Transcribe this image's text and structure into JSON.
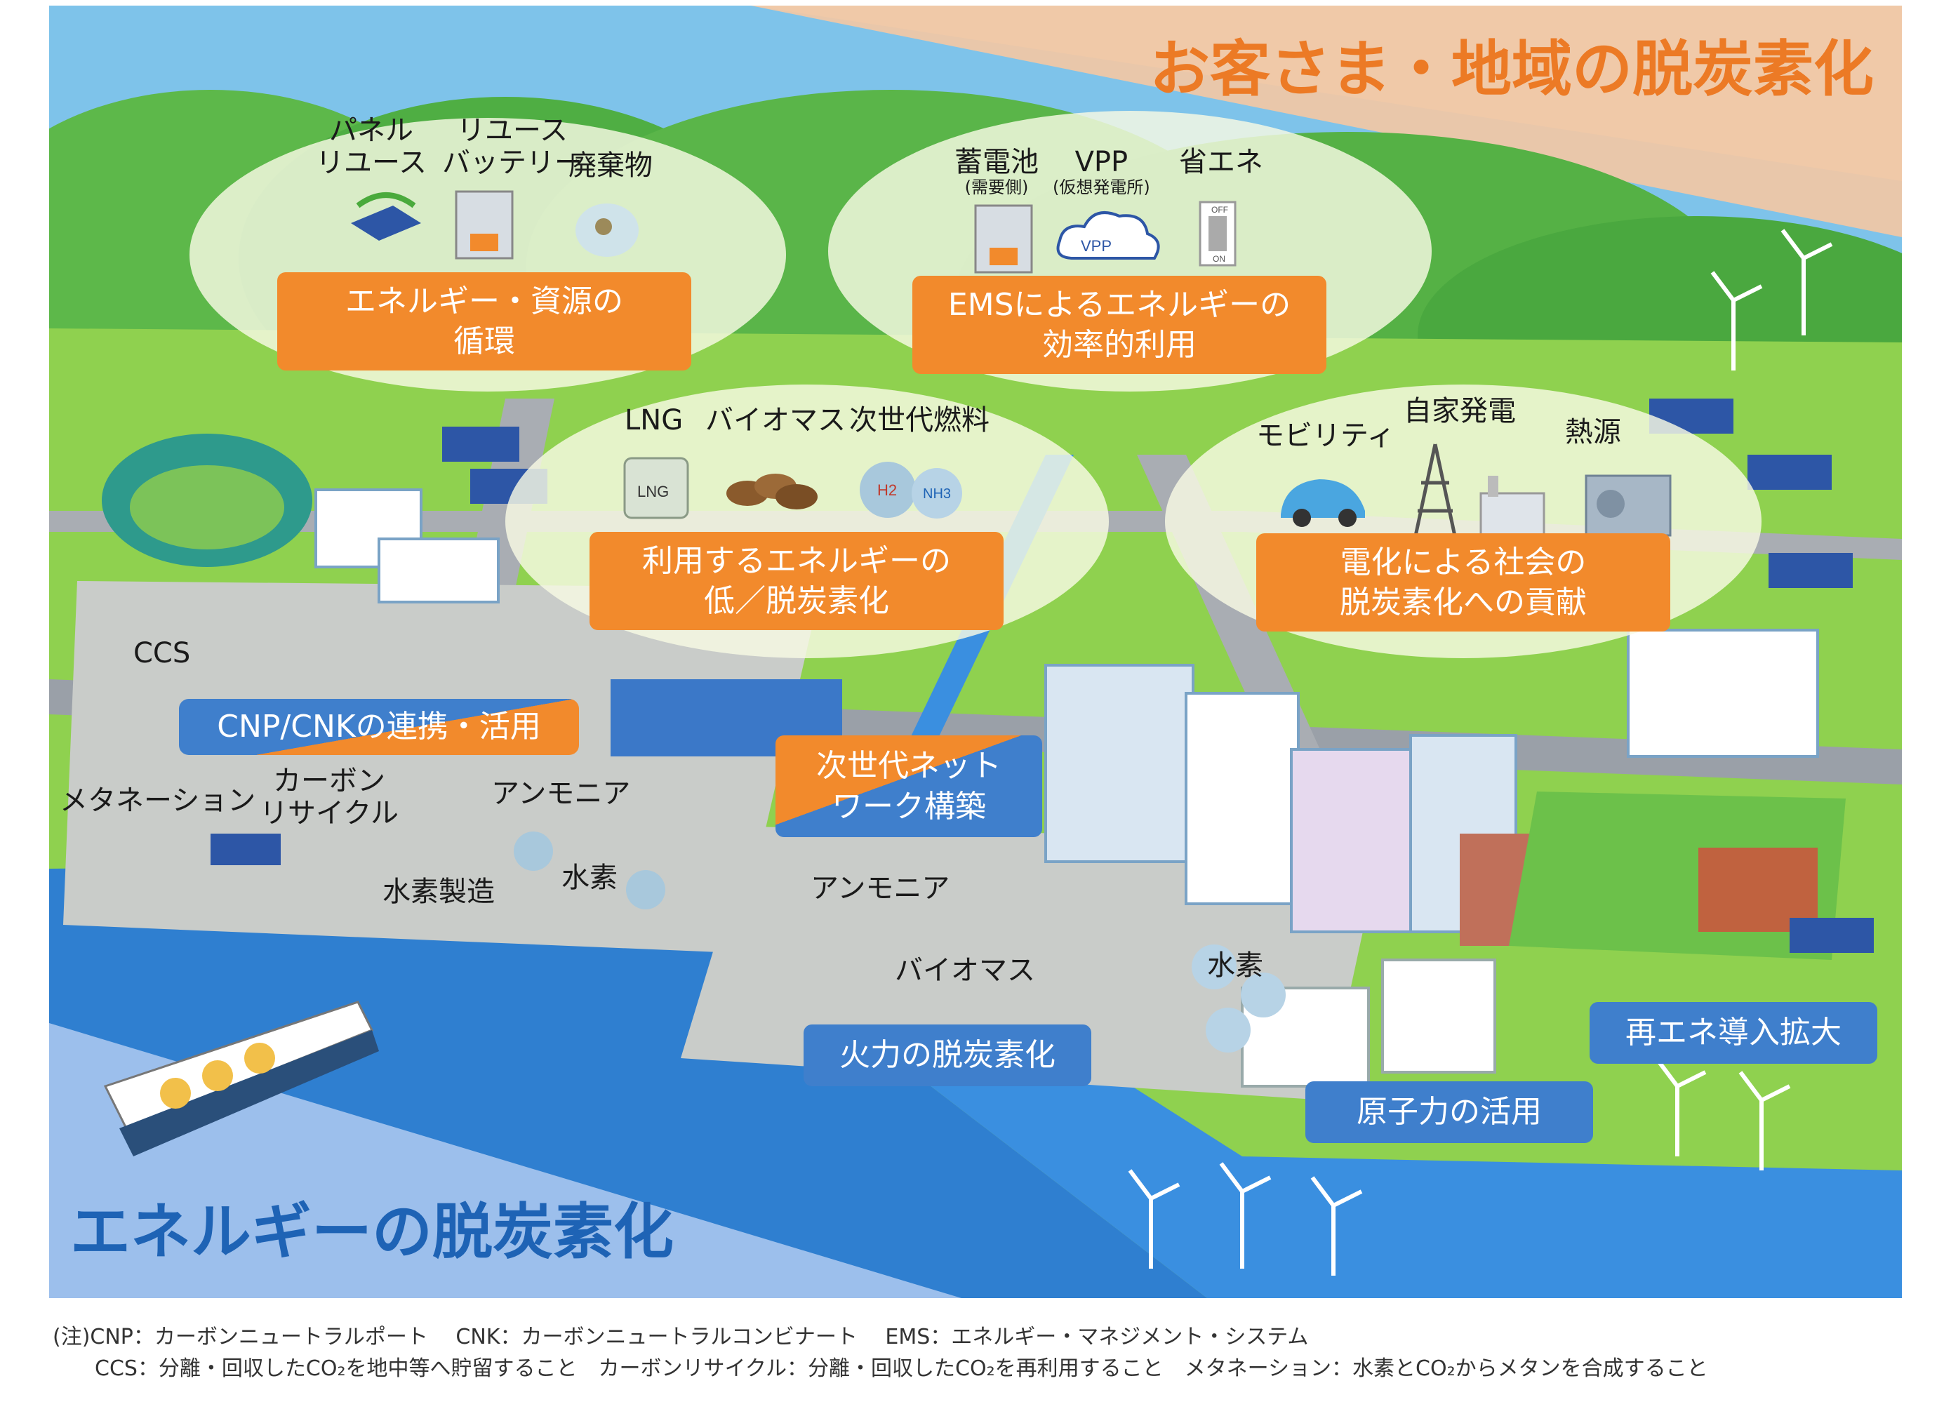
{
  "titles": {
    "top": "お客さま・地域の脱炭素化",
    "bottom": "エネルギーの脱炭素化"
  },
  "clusters": {
    "resource": {
      "items": [
        "パネル\nリユース",
        "リユース\nバッテリー",
        "廃棄物"
      ],
      "box": "エネルギー・資源の\n循環"
    },
    "ems": {
      "items": [
        {
          "label": "蓄電池",
          "sub": "(需要側)"
        },
        {
          "label": "VPP",
          "sub": "(仮想発電所)"
        },
        {
          "label": "省エネ",
          "sub": ""
        }
      ],
      "vpp_icon_text": "VPP",
      "switch_on": "ON",
      "switch_off": "OFF",
      "box": "EMSによるエネルギーの\n効率的利用"
    },
    "fuel": {
      "items": [
        "LNG",
        "バイオマス",
        "次世代燃料"
      ],
      "lng_tank": "LNG",
      "h2": "H2",
      "nh3": "NH3",
      "box": "利用するエネルギーの\n低／脱炭素化"
    },
    "electrify": {
      "items": [
        "モビリティ",
        "自家発電",
        "熱源"
      ],
      "box": "電化による社会の\n脱炭素化への貢献"
    }
  },
  "labels": {
    "ccs": "CCS",
    "methanation": "メタネーション",
    "carbon_recycle": "カーボン\nリサイクル",
    "ammonia_1": "アンモニア",
    "hydrogen_production": "水素製造",
    "hydrogen_1": "水素",
    "ammonia_2": "アンモニア",
    "biomass": "バイオマス",
    "hydrogen_2": "水素"
  },
  "boxes": {
    "cnp": "CNP/CNKの連携・活用",
    "next_network": "次世代ネット\nワーク構築",
    "thermal": "火力の脱炭素化",
    "nuclear": "原子力の活用",
    "renewable": "再エネ導入拡大"
  },
  "notes": {
    "line1": "(注)CNP：カーボンニュートラルポート　 CNK：カーボンニュートラルコンビナート　 EMS：エネルギー・マネジメント・システム",
    "line2": "CCS：分離・回収したCO₂を地中等へ貯留すること　カーボンリサイクル：分離・回収したCO₂を再利用すること　メタネーション：水素とCO₂からメタンを合成すること"
  },
  "colors": {
    "orange": "#f28a2c",
    "blue": "#3f7fcc",
    "title_orange": "#ec7a25",
    "title_blue": "#1e63b5",
    "sea": "#2f7fd0",
    "land": "#8fd14f"
  }
}
